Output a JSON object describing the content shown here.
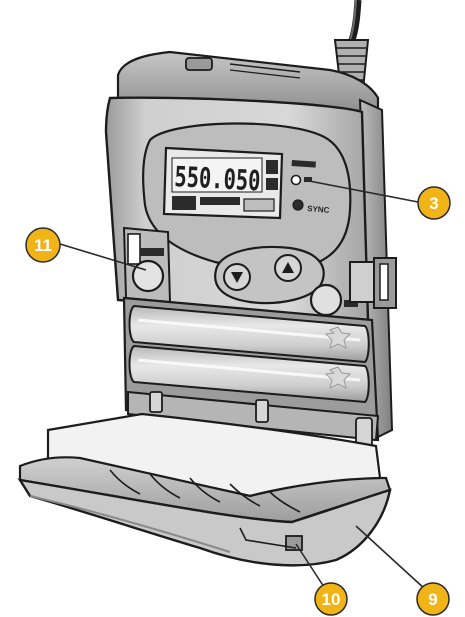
{
  "display": {
    "frequency": "550.050",
    "indicator_lower_label": "SYNC"
  },
  "callouts": [
    {
      "id": "3",
      "label": "3"
    },
    {
      "id": "11",
      "label": "11"
    },
    {
      "id": "10",
      "label": "10"
    },
    {
      "id": "9",
      "label": "9"
    }
  ],
  "colors": {
    "callout_fill": "#f0b417",
    "callout_stroke": "#2a2a2a",
    "callout_text": "#ffffff",
    "device_body": "#d2d2d2",
    "device_shadow": "#a8a8a8",
    "outline": "#1c1c1c",
    "display_screen": "#2b2b2b"
  }
}
